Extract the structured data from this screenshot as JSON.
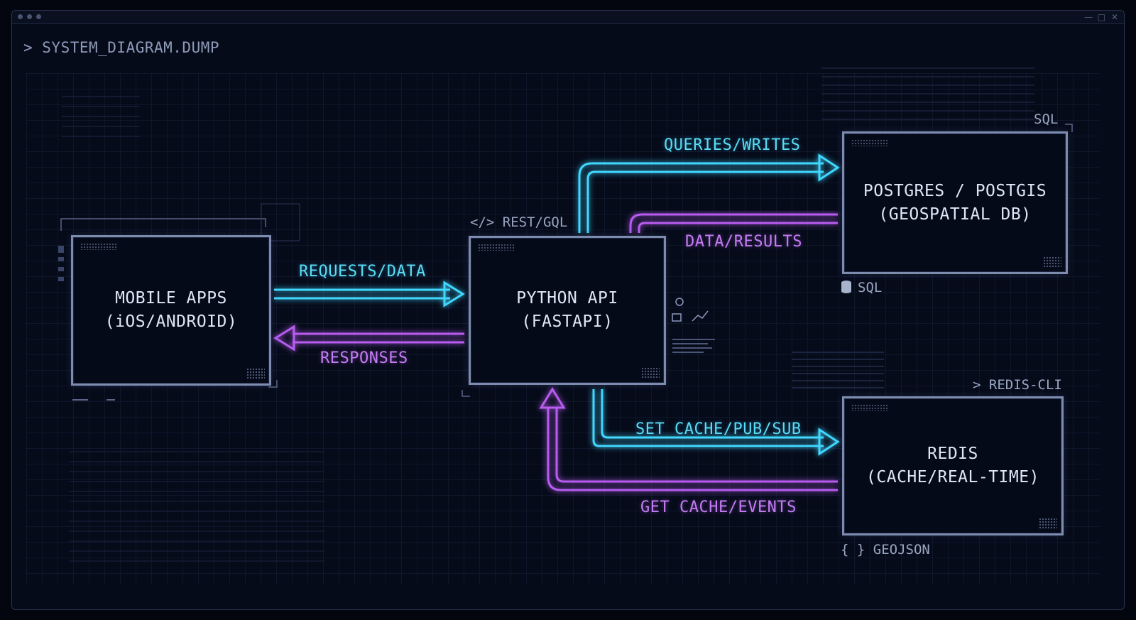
{
  "window": {
    "prompt": "> SYSTEM_DIAGRAM.DUMP"
  },
  "nodes": {
    "mobile": {
      "label": "MOBILE APPS\n(iOS/ANDROID)"
    },
    "api": {
      "label": "PYTHON API\n(FASTAPI)"
    },
    "postgres": {
      "label": "POSTGRES / POSTGIS\n(GEOSPATIAL DB)"
    },
    "redis": {
      "label": "REDIS\n(CACHE/REAL-TIME)"
    }
  },
  "flows": {
    "requests": "REQUESTS/DATA",
    "responses": "RESPONSES",
    "queries": "QUERIES/WRITES",
    "results": "DATA/RESULTS",
    "set_cache": "SET CACHE/PUB/SUB",
    "get_cache": "GET CACHE/EVENTS"
  },
  "tags": {
    "rest": "REST/GQL",
    "sql_top": "SQL",
    "sql_bottom": "SQL",
    "redis_cli": "> REDIS-CLI",
    "geojson": "GEOJSON"
  },
  "colors": {
    "cyan": "#40d8ff",
    "purple": "#b85cf0",
    "node_border": "#7d8cae"
  }
}
